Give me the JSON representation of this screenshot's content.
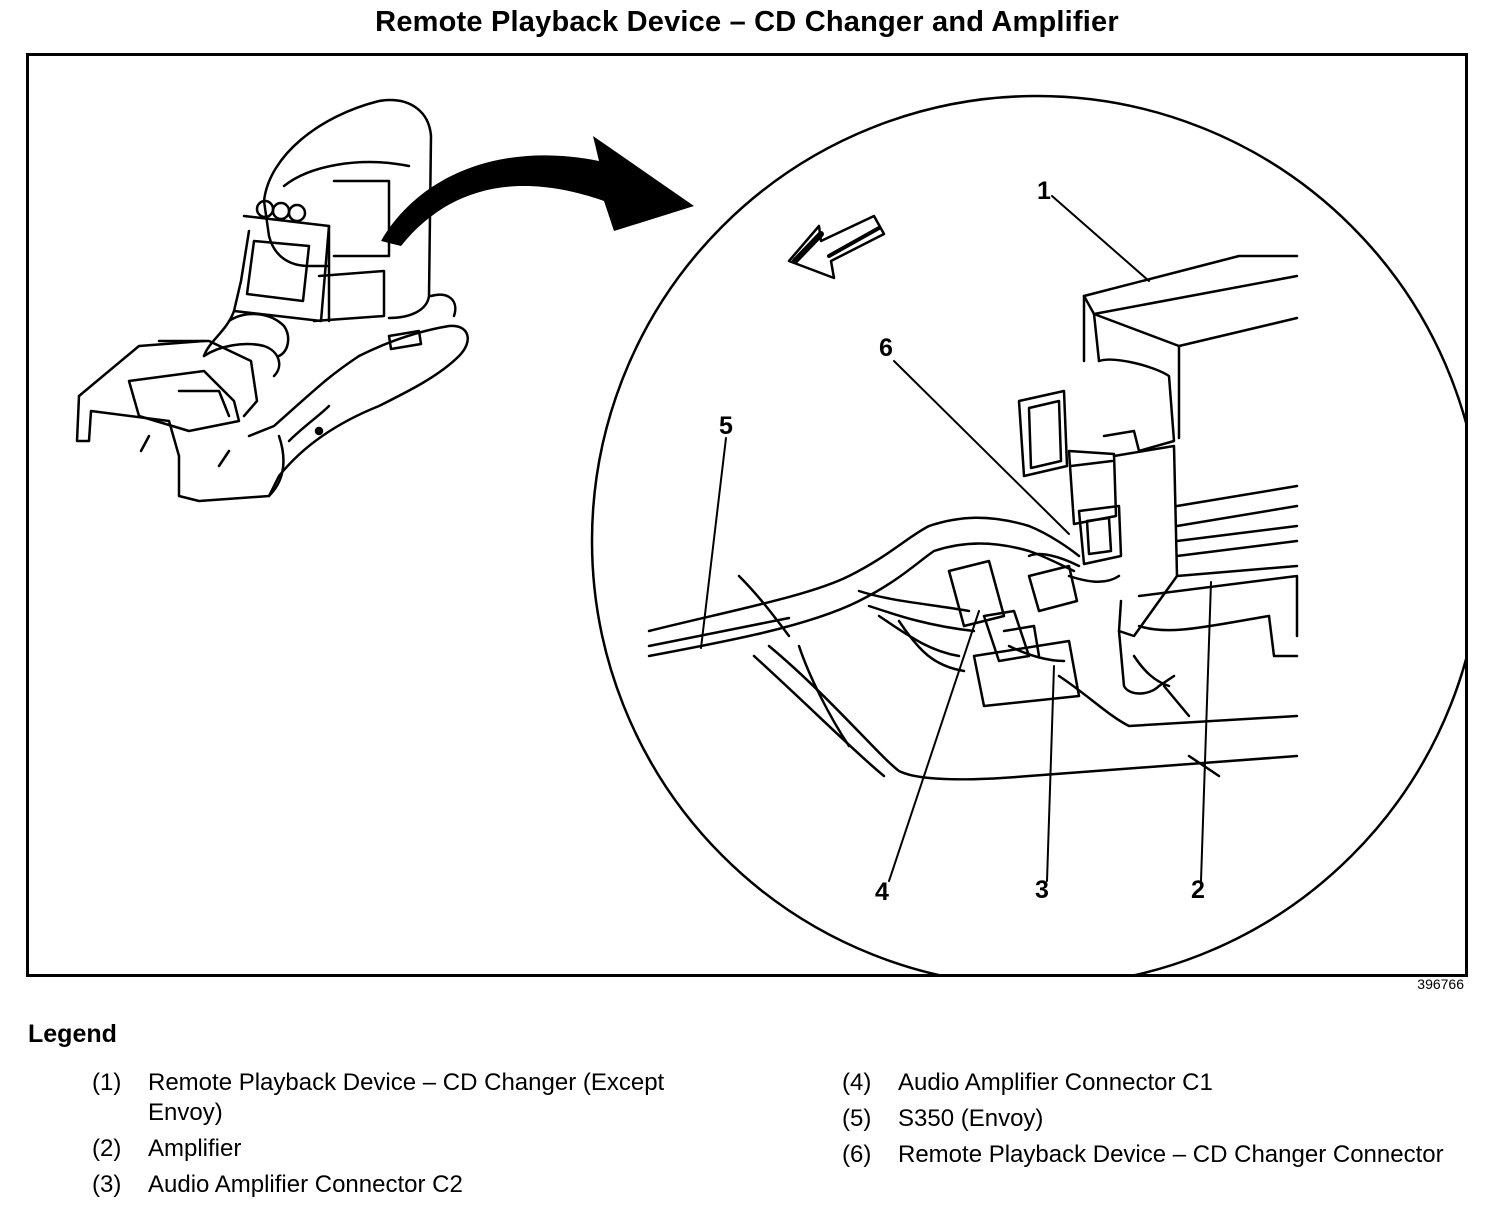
{
  "title": "Remote Playback Device – CD Changer and Amplifier",
  "figure_id": "396766",
  "callouts": [
    "1",
    "2",
    "3",
    "4",
    "5",
    "6"
  ],
  "legend": {
    "heading": "Legend",
    "left": [
      {
        "num": "(1)",
        "text": "Remote Playback Device – CD Changer (Except Envoy)"
      },
      {
        "num": "(2)",
        "text": "Amplifier"
      },
      {
        "num": "(3)",
        "text": "Audio Amplifier Connector C2"
      }
    ],
    "right": [
      {
        "num": "(4)",
        "text": "Audio Amplifier Connector C1"
      },
      {
        "num": "(5)",
        "text": "S350 (Envoy)"
      },
      {
        "num": "(6)",
        "text": "Remote Playback Device – CD Changer Connector"
      }
    ]
  }
}
